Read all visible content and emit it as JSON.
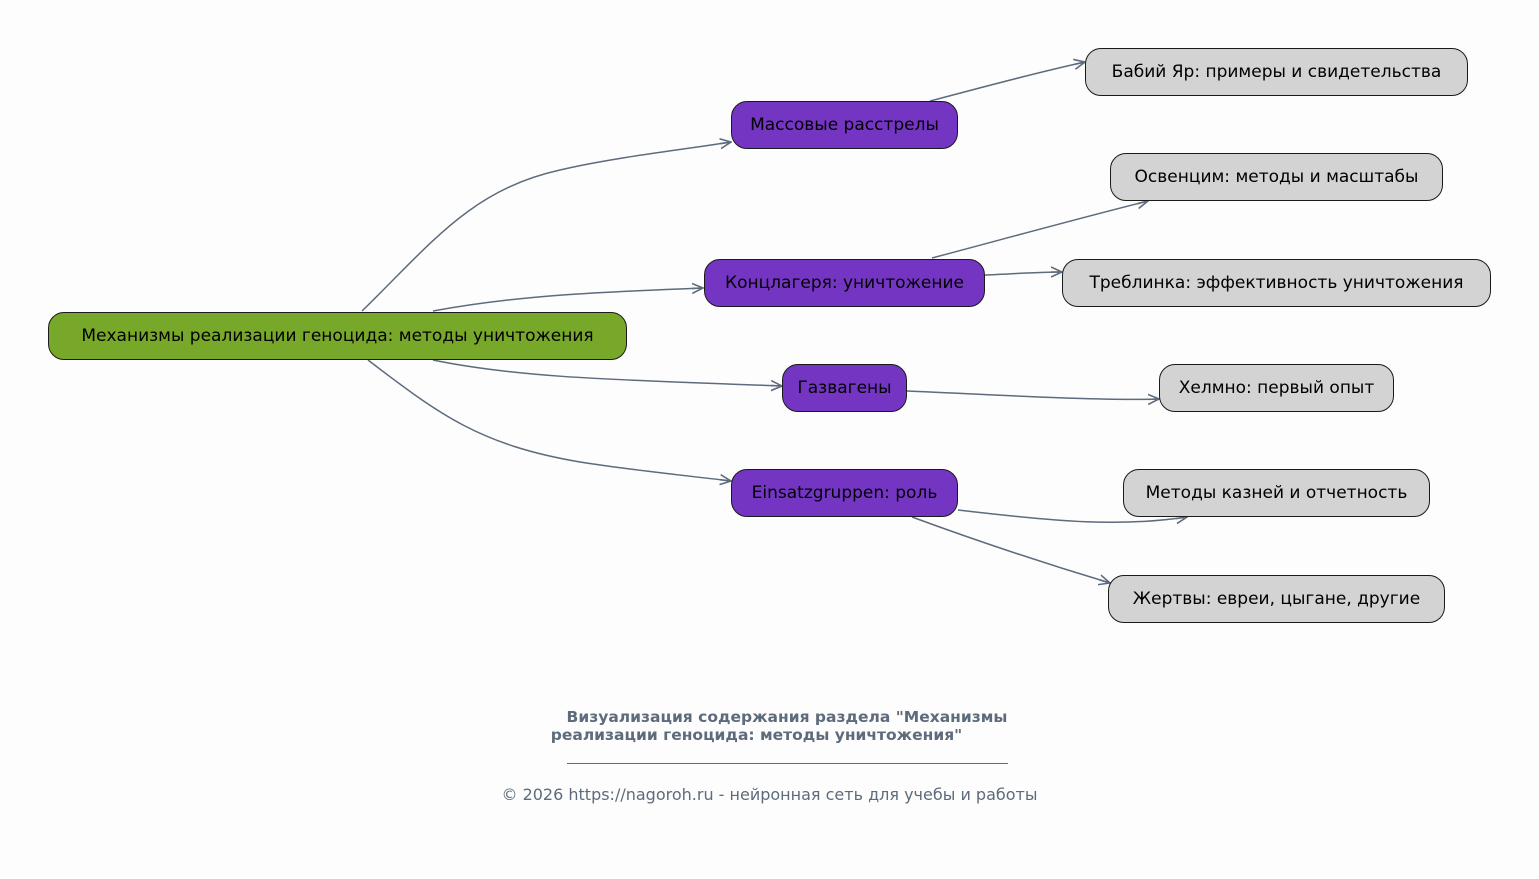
{
  "diagram": {
    "type": "mind-map",
    "edge_color": "#5d6b7c",
    "colors": {
      "root": "#78a82a",
      "category": "#7535c3",
      "leaf": "#d3d3d3"
    },
    "root": {
      "id": "root",
      "label": "Механизмы реализации геноцида: методы уничтожения"
    },
    "categories": [
      {
        "id": "c1",
        "label": "Массовые расстрелы"
      },
      {
        "id": "c2",
        "label": "Концлагеря: уничтожение"
      },
      {
        "id": "c3",
        "label": "Газвагены"
      },
      {
        "id": "c4",
        "label": "Einsatzgruppen: роль"
      }
    ],
    "leaves": [
      {
        "id": "l1",
        "parent": "c1",
        "label": "Бабий Яр: примеры и свидетельства"
      },
      {
        "id": "l2",
        "parent": "c2",
        "label": "Освенцим: методы и масштабы"
      },
      {
        "id": "l3",
        "parent": "c2",
        "label": "Треблинка: эффективность уничтожения"
      },
      {
        "id": "l4",
        "parent": "c3",
        "label": "Хелмно: первый опыт"
      },
      {
        "id": "l5",
        "parent": "c4",
        "label": "Методы казней и отчетность"
      },
      {
        "id": "l6",
        "parent": "c4",
        "label": "Жертвы: евреи, цыгане, другие"
      }
    ]
  },
  "caption": {
    "title_line1": "Визуализация содержания раздела \"Механизмы",
    "title_line2": "реализации геноцида: методы уничтожения\"",
    "copyright": "© 2026 https://nagoroh.ru - нейронная сеть для учебы и работы"
  }
}
